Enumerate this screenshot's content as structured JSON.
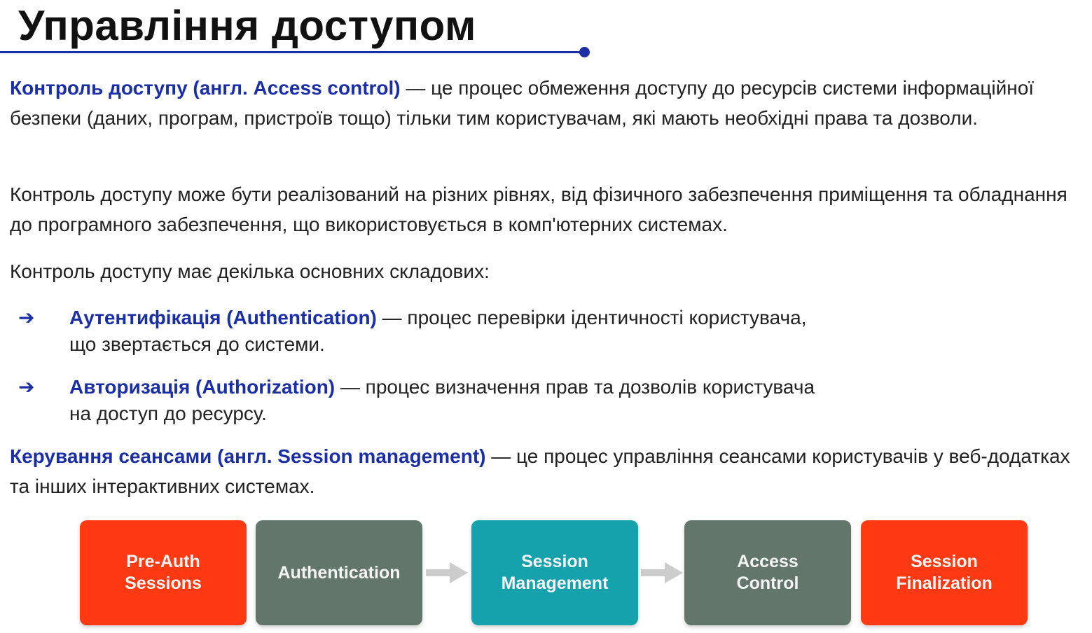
{
  "title": "Управління доступом",
  "colors": {
    "accent": "#1a2ea6",
    "red": "#ff3a12",
    "gray": "#63766b",
    "teal": "#16a2ad",
    "arrow": "#cccccc"
  },
  "p1": {
    "term": "Контроль доступу (англ. Access control)",
    "text": " — це процес обмеження доступу до ресурсів системи інформаційної безпеки (даних, програм, пристроїв тощо) тільки тим користувачам, які мають необхідні права та дозволи."
  },
  "p2": "Контроль доступу може бути реалізований на різних рівнях, від фізичного забезпечення приміщення та обладнання до програмного забезпечення, що використовується в комп'ютерних системах.",
  "p3": "Контроль доступу має декілька основних складових:",
  "bullets": [
    {
      "arrow": "➔",
      "term": "Аутентифікація (Authentication)",
      "line1": " — процес перевірки ідентичності користувача,",
      "line2": "що звертається до системи."
    },
    {
      "arrow": "➔",
      "term": "Авторизація (Authorization)",
      "line1": " — процес визначення прав та дозволів користувача",
      "line2": "на доступ до ресурсу."
    }
  ],
  "p4": {
    "term": "Керування сеансами (англ. Session management)",
    "text": " — це процес управління сеансами користувачів у веб-додатках та інших інтерактивних системах."
  },
  "flow": [
    {
      "label": "Pre-Auth\nSessions",
      "color": "red"
    },
    {
      "label": "Authentication",
      "color": "gray"
    },
    {
      "label": "Session\nManagement",
      "color": "teal"
    },
    {
      "label": "Access\nControl",
      "color": "gray"
    },
    {
      "label": "Session\nFinalization",
      "color": "red"
    }
  ]
}
